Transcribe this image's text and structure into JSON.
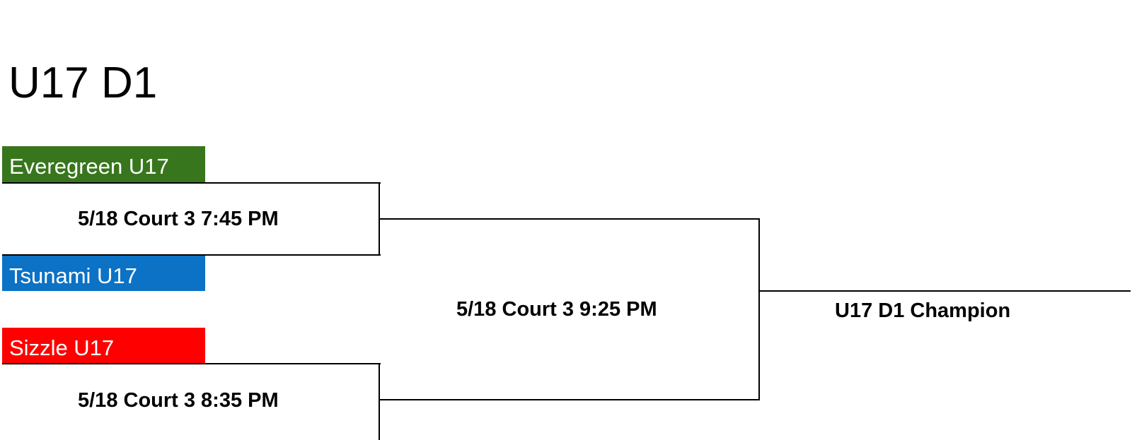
{
  "bracket": {
    "title": "U17 D1",
    "teams": [
      {
        "name": "Everegreen U17",
        "color": "#38761d"
      },
      {
        "name": "Tsunami U17",
        "color": "#0b72c6"
      },
      {
        "name": "Sizzle U17",
        "color": "#ff0000"
      }
    ],
    "games": {
      "round1_game1": "5/18 Court 3 7:45 PM",
      "round1_game2": "5/18 Court 3 8:35 PM",
      "final": "5/18 Court 3 9:25 PM"
    },
    "champion_label": "U17 D1 Champion"
  }
}
